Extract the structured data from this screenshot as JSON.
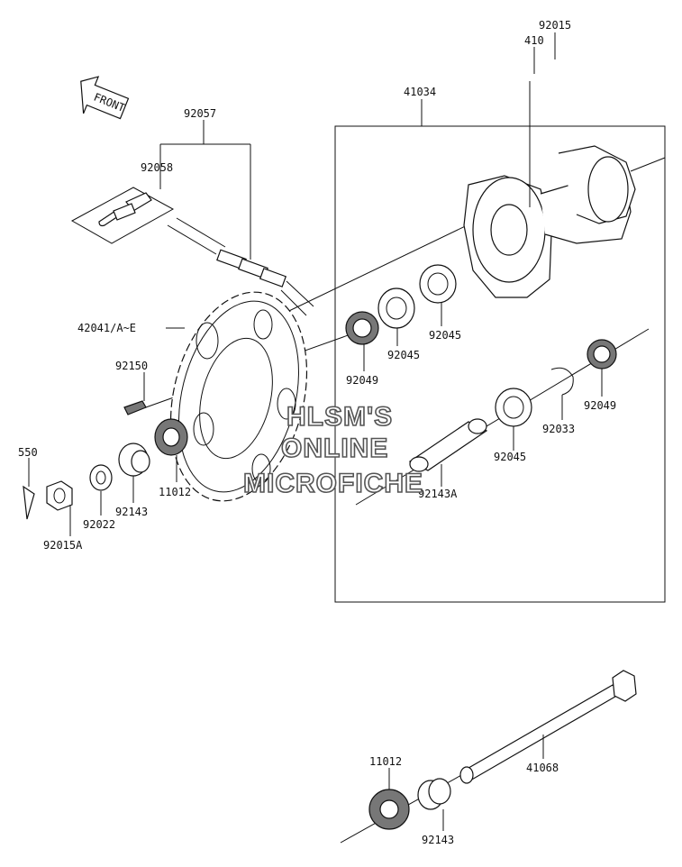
{
  "front_label": "FRONT",
  "watermark": [
    "HLSM'S",
    "ONLINE",
    "MICROFICHE"
  ],
  "callouts": {
    "c92015": "92015",
    "c410": "410",
    "c41034": "41034",
    "c92057": "92057",
    "c92058": "92058",
    "c42041": "42041/A~E",
    "c92150": "92150",
    "c550": "550",
    "c92015A": "92015A",
    "c92022": "92022",
    "c92143a": "92143",
    "c11012a": "11012",
    "c92049a": "92049",
    "c92045a": "92045",
    "c92045b": "92045",
    "c92049b": "92049",
    "c92033": "92033",
    "c92045c": "92045",
    "c92143A": "92143A",
    "c11012b": "11012",
    "c41068": "41068",
    "c92143b": "92143"
  }
}
